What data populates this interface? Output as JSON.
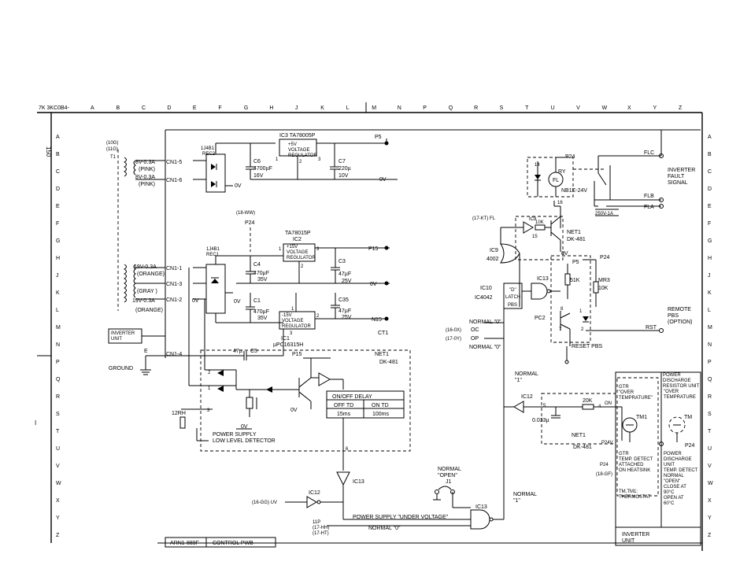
{
  "doc_code": "7K 3KC0B4-",
  "side_number": "150",
  "margin_mark": "I",
  "col_letters": [
    "A",
    "B",
    "C",
    "D",
    "E",
    "F",
    "G",
    "H",
    "J",
    "K",
    "L",
    "M",
    "N",
    "P",
    "Q",
    "R",
    "S",
    "T",
    "U",
    "V",
    "W",
    "X",
    "Y",
    "Z"
  ],
  "row_letters": [
    "A",
    "B",
    "C",
    "D",
    "E",
    "F",
    "G",
    "H",
    "J",
    "K",
    "L",
    "M",
    "N",
    "P",
    "Q",
    "R",
    "S",
    "T",
    "U",
    "V",
    "W",
    "X",
    "Y",
    "Z"
  ],
  "transformer": {
    "tag1": "(10G)",
    "tag2": "(11G)",
    "name": "T1",
    "w1": "8V-0.3A",
    "c1": "(PINK)",
    "w2": "8V-0.3A",
    "c2": "(PINK)",
    "w3": "19V-0.3A",
    "c3": "(ORANGE)",
    "c4": "(GRAY )",
    "w4": "19V-0.3A",
    "c5": "(ORANGE)"
  },
  "cn": {
    "cn15": "CN1-5",
    "cn16": "CN1-6",
    "cn11": "CN1-1",
    "cn13": "CN1-3",
    "cn12": "CN1-2",
    "cn14": "CN1-4"
  },
  "rec2": {
    "name": "1J4B1",
    "ref": "REC2"
  },
  "rec1": {
    "name": "1J4B1",
    "ref": "REC1"
  },
  "ic3": {
    "title": "IC3 TA78005P",
    "box": "+5V\nVOLTAGE\nREGULATOR",
    "p1": "1",
    "p2": "2",
    "p3": "3"
  },
  "ic2": {
    "title": "TA78015P",
    "ref": "IC2",
    "box": "+15V\nVOLTAGE\nREGULATOR",
    "p1": "1",
    "p2": "2",
    "p3": "3"
  },
  "ic1": {
    "ref": "IC1",
    "part": "µPC16315H",
    "box": "-15V\nVOLTAGE\nREGULATOR",
    "p1": "1",
    "p2": "2",
    "p3": "3"
  },
  "caps": {
    "c6": "C6",
    "c6v": "4700µF",
    "c6r": "16V",
    "c7": "C7",
    "c7v": "220µ",
    "c7r": "10V",
    "c4": "C4",
    "c4v": "470µF",
    "c4r": "35V",
    "c3": "C3",
    "c3v": "47µF",
    "c3r": "25V",
    "c1": "C1",
    "c1v": "470µF",
    "c1r": "35V",
    "c35": "C35",
    "c35v": "47µF",
    "c35r": "25V",
    "c5": "C5",
    "c5v": "47µ"
  },
  "rails": {
    "p5": "P5",
    "p15": "P15",
    "n15": "N15",
    "p24": "P24",
    "ov": "0V",
    "ov2": "0V",
    "ov3": "0V",
    "ct1": "CT1",
    "ov_c1": "0V",
    "ov_small": "0V",
    "p24b": "P24",
    "p5b": "P5",
    "p24c": "P24",
    "p24d": "P24"
  },
  "inverter_unit": "INVERTER\nUNIT",
  "ground": "GROUND",
  "e_label": "E",
  "ref_1844": "(18-WW)",
  "relay": {
    "ry": "RY",
    "fl": "FL",
    "nb": "NB1E-24V",
    "p14": "14",
    "p16": "16",
    "p13": "13",
    "p24": "P24"
  },
  "fuse": "250V-1A",
  "right_terms": {
    "flc": "FLC",
    "flb": "FLB",
    "fla": "FLA",
    "rst": "RST"
  },
  "inverter_fault": "INVERTER\nFAULT\nSIGNAL",
  "remote_pbs": "REMOTE\nPBS\n(OPTION)",
  "reset_pbs": "RESET PBS",
  "ic8": {
    "ref": "IC8",
    "net": "NET1",
    "part": "DK-481",
    "ten_k": "10K",
    "fl_src": "(17-KT) FL",
    "ov": "0V",
    "pin15": "15"
  },
  "ic9": {
    "ref": "IC9",
    "part": "4002"
  },
  "ic10": {
    "ref": "IC10",
    "part": "IC4042",
    "latch": "LATCH",
    "d": "\"D\"",
    "pin": "PBS"
  },
  "ic13a": {
    "ref": "IC13"
  },
  "r51k": "51K",
  "mr3": {
    "name": "MR3",
    "val": "10K"
  },
  "pc2": {
    "ref": "PC2",
    "p8": "8",
    "p1": "1",
    "p7": "7",
    "p2": "2"
  },
  "normals": {
    "n0a": "NORMAL \"0\"",
    "oc": "OC",
    "op": "OP",
    "n0b": "NORMAL \"0\"",
    "ref16": "(16-0X)",
    "ref17": "(17-0Y)",
    "n1": "NORMAL\n\"1\"",
    "nopen": "NORMAL\n\"OPEN\"",
    "j1": "J1",
    "n1b": "NORMAL\n\"1\"",
    "n0c": "NORMAL \"0\""
  },
  "ic12": {
    "ref": "IC12",
    "r": "20K",
    "cap": "0.033µ",
    "p5": "5",
    "p4": "4",
    "on": "ON",
    "net": "NET1",
    "part": "DK-481",
    "p24v": "P24V"
  },
  "detector": {
    "net": "NET1",
    "part": "DK-481",
    "title": "POWER SUPPLY\nLOW LEVEL DETECTOR",
    "p15": "P15",
    "ov": "0V",
    "rh": "12RH",
    "p1": "1",
    "p2": "2",
    "p3": "3",
    "p6": "6"
  },
  "delay_table": {
    "header": "ON/OFF DELAY",
    "cols": [
      "OFF TD",
      "ON TD"
    ],
    "vals": [
      "15ms",
      "100ms"
    ]
  },
  "ic13b": {
    "ref": "IC13"
  },
  "ic12b": {
    "ref": "IC12",
    "src": "(16-GG) UV",
    "ref11": "(17-HH)",
    "ref12": "(17-HT)",
    "p11": "11P"
  },
  "ic13c": {
    "ref": "IC13"
  },
  "psuv": "POWER SUPPLY \"UNDER VOLTAGE\"",
  "gtr1": {
    "title": "GTR\n\"OVER\nTEMPRATURE\""
  },
  "gtr2": {
    "title": "GTR\nTEMP. DETECT\nATTACHED\nON HEATSINK"
  },
  "thermostat": "TM,TM1:\nTHERMOSTAT",
  "tm1": "TM1",
  "tm": "TM",
  "p24_ref": "(18-GF)",
  "pdru": "POWER\nDISCHARGE\nRESISTOR UNIT",
  "over_temp": "\"OVER\nTEMPRATURE",
  "pdu": "POWER\nDISCHARGE\nUNIT\nTEMP. DETECT\nNORMAL\n\"OPEN\"\nCLOSE AT\n90°C\nOPEN AT\n60°C",
  "inv_unit2": "INVERTER\nUNIT",
  "title_block": {
    "dwg": "ARN1-889F",
    "name": "CONTROL PWB"
  }
}
